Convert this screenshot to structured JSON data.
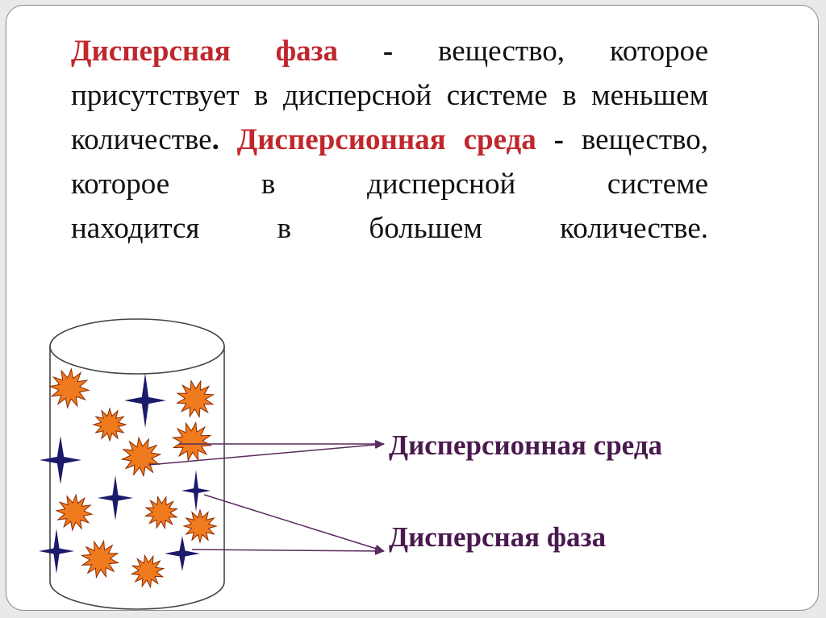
{
  "definitions": {
    "phase_term": "Дисперсная фаза",
    "phase_dash": "-",
    "phase_text": "вещество, которое присутствует в дисперсной системе в меньшем количестве",
    "phase_end": ".",
    "medium_term": "Дисперсионная среда",
    "medium_dash": "-",
    "medium_text_a": "вещество, которое в дисперсной системе",
    "medium_text_b": "находится в большем количестве."
  },
  "diagram": {
    "label_medium": "Дисперсионная среда",
    "label_phase": "Дисперсная фаза",
    "colors": {
      "burst_fill": "#f07a1e",
      "burst_stroke": "#8a2a00",
      "star_fill": "#1c1a6b",
      "arrow": "#5a2a5e",
      "cylinder": "#444444",
      "term": "#c0272d",
      "label": "#4a1a4e"
    },
    "icons": [
      "orange-burst-icon",
      "navy-four-point-star-icon"
    ]
  }
}
